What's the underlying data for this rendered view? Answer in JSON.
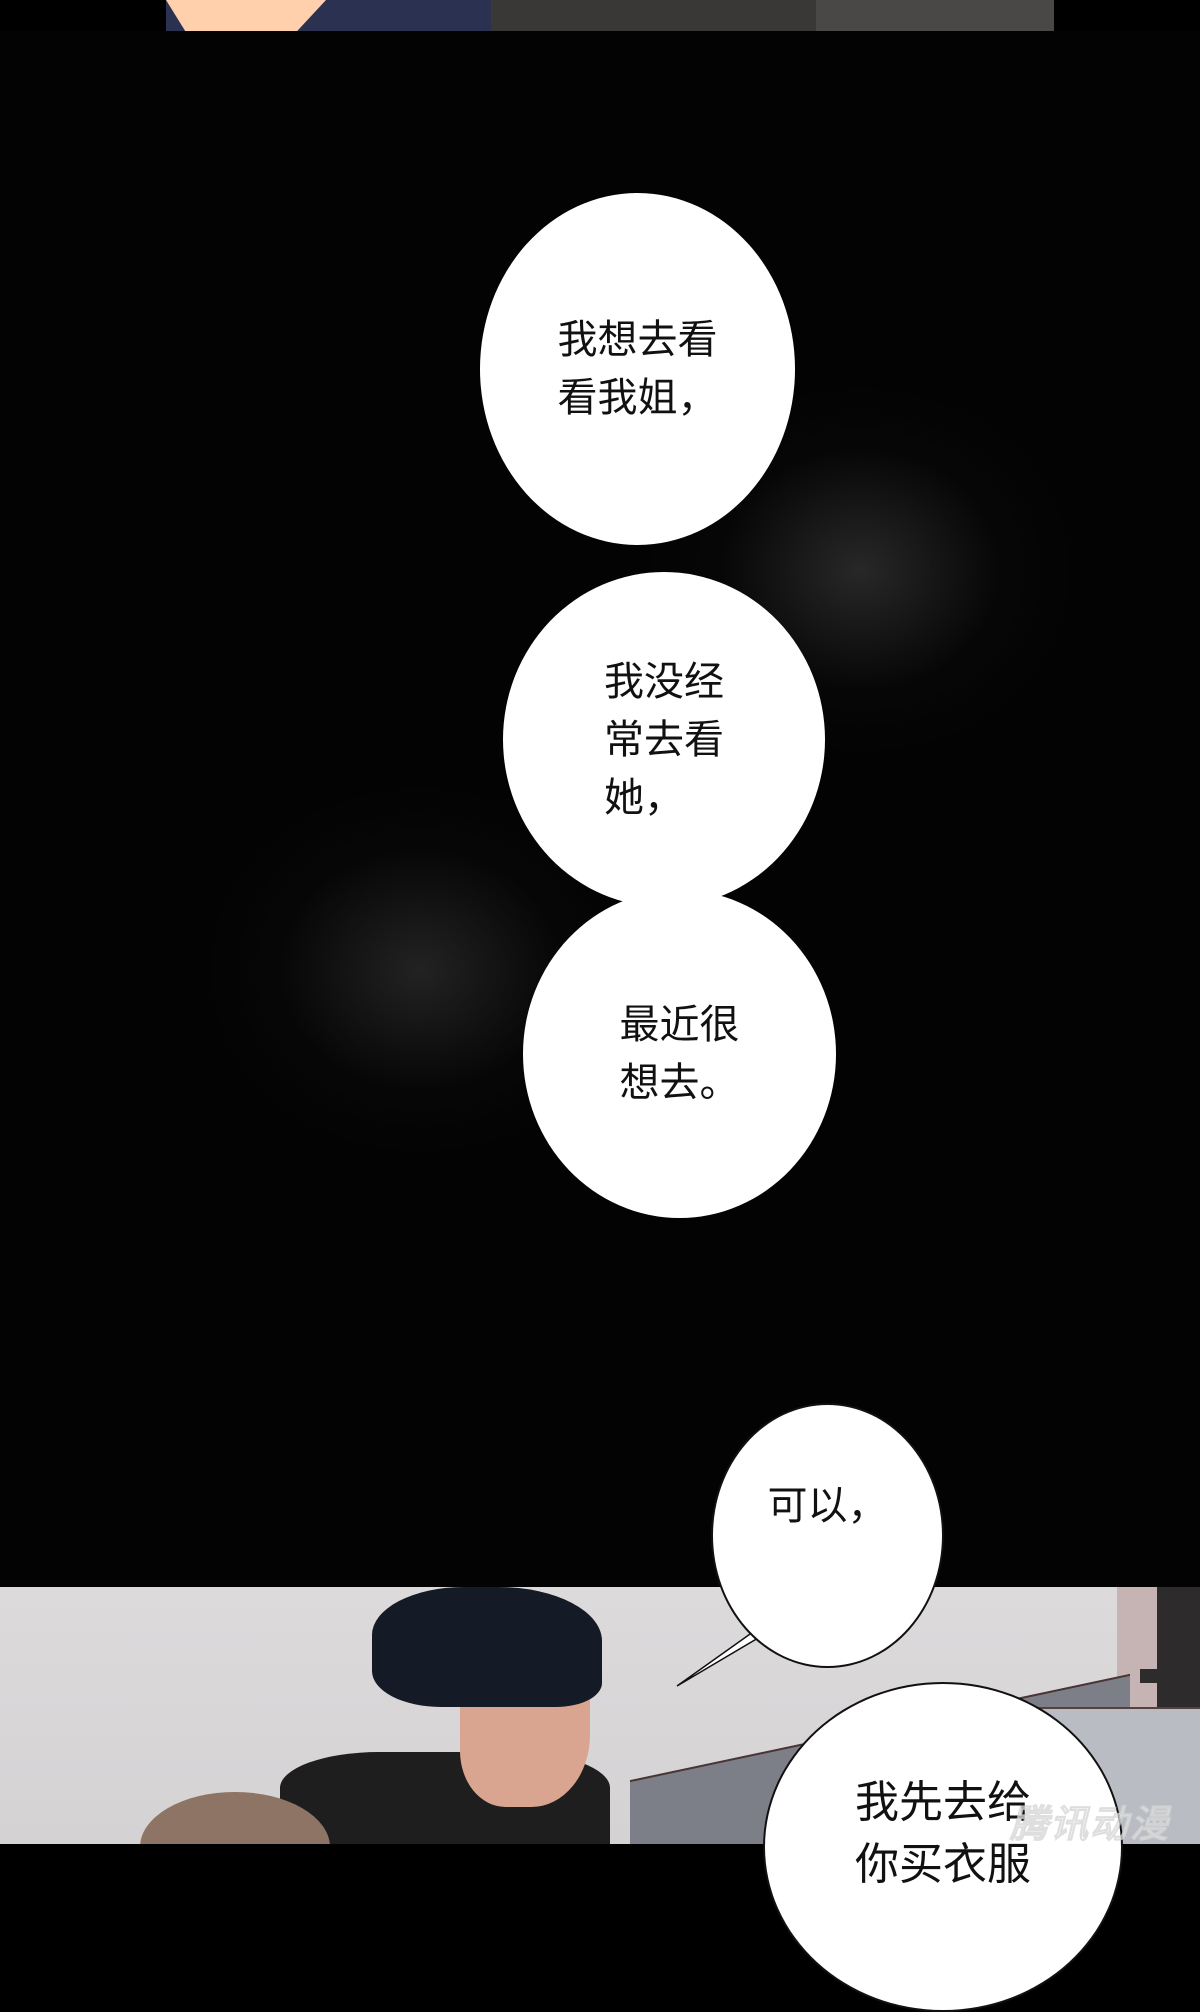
{
  "page": {
    "type": "webcomic-vertical-strip",
    "background_color": "#030303"
  },
  "panels": [
    {
      "id": "top-strip",
      "description": "cropped bottom of previous panel: skin, navy jacket, dark coat"
    },
    {
      "id": "black-panel",
      "description": "black background with soft grey glows"
    },
    {
      "id": "scene-panel",
      "description": "dark-haired man in black shirt speaking, brown-haired person, sofa, pink wall"
    }
  ],
  "bubbles": [
    {
      "id": "bubble-1",
      "text": "我想去看\n看我姐，"
    },
    {
      "id": "bubble-2",
      "text": "我没经\n常去看\n她，"
    },
    {
      "id": "bubble-3",
      "text": "最近很\n想去。"
    },
    {
      "id": "bubble-4",
      "text": "可以，"
    },
    {
      "id": "bubble-5",
      "text": "我先去给\n你买衣服"
    }
  ],
  "watermark": {
    "text": "腾讯动漫"
  },
  "colors": {
    "bubble_fill": "#ffffff",
    "bubble_text": "#111111",
    "wall": "#dcdadb",
    "hair": "#141a26",
    "skin": "#d9a591",
    "shirt": "#1f1e1f"
  }
}
